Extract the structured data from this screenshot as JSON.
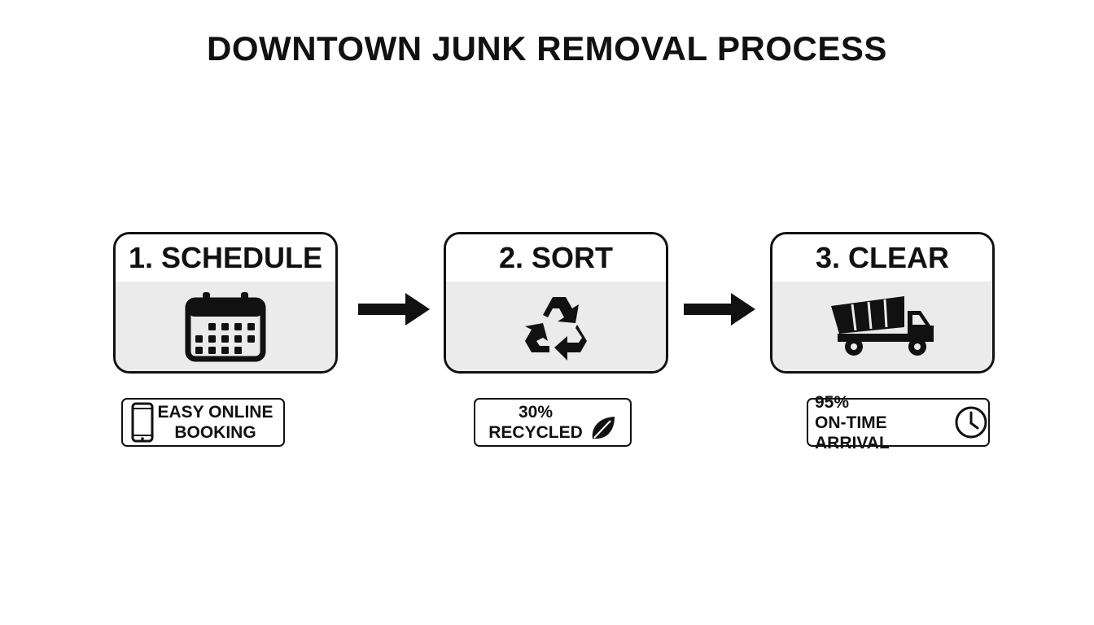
{
  "title": "DOWNTOWN JUNK REMOVAL PROCESS",
  "steps": [
    {
      "label": "1. SCHEDULE",
      "icon": "calendar-icon"
    },
    {
      "label": "2. SORT",
      "icon": "recycle-icon"
    },
    {
      "label": "3. CLEAR",
      "icon": "dump-truck-icon"
    }
  ],
  "connectors": [
    "arrow-right-icon",
    "arrow-right-icon"
  ],
  "badges": [
    {
      "line1": "EASY ONLINE",
      "line2": "BOOKING",
      "icon": "smartphone-icon"
    },
    {
      "line1": "30%",
      "line2": "RECYCLED",
      "icon": "leaf-icon"
    },
    {
      "line1": "95%",
      "line2": "ON-TIME ARRIVAL",
      "icon": "clock-icon"
    }
  ],
  "colors": {
    "ink": "#111111",
    "card_body": "#ebebeb",
    "background": "#ffffff"
  }
}
